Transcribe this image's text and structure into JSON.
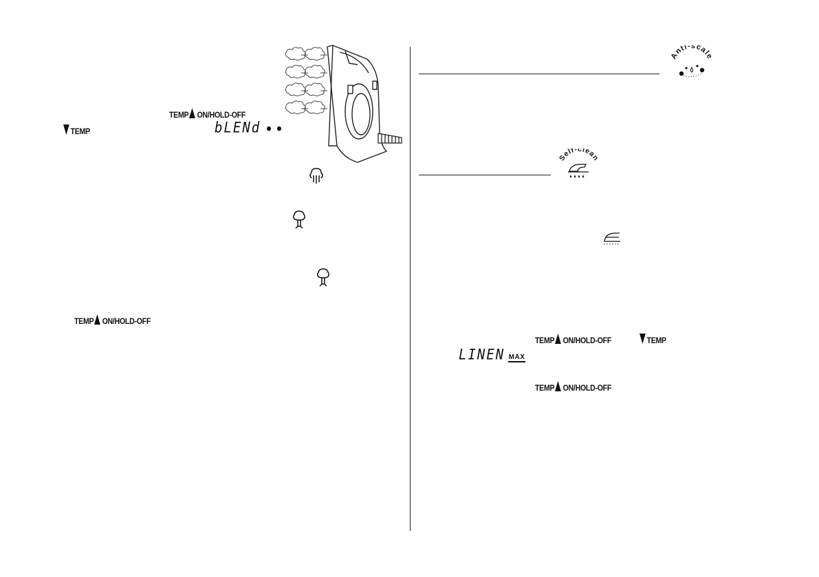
{
  "controls": {
    "temp_up": "TEMP",
    "on_hold_off": "ON/HOLD-OFF",
    "temp_down": "TEMP"
  },
  "display": {
    "blend": "bLENd",
    "linen": "LINEN",
    "max": "MAX"
  },
  "badges": {
    "anti_scale": "Anti-scale",
    "self_clean": "Self-clean"
  },
  "icons": {
    "steam_burst": "steam-burst-icon",
    "steam_puff": "steam-puff-icon",
    "iron_soleplate": "iron-soleplate-icon",
    "iron_illustration": "steam-iron-illustration"
  }
}
